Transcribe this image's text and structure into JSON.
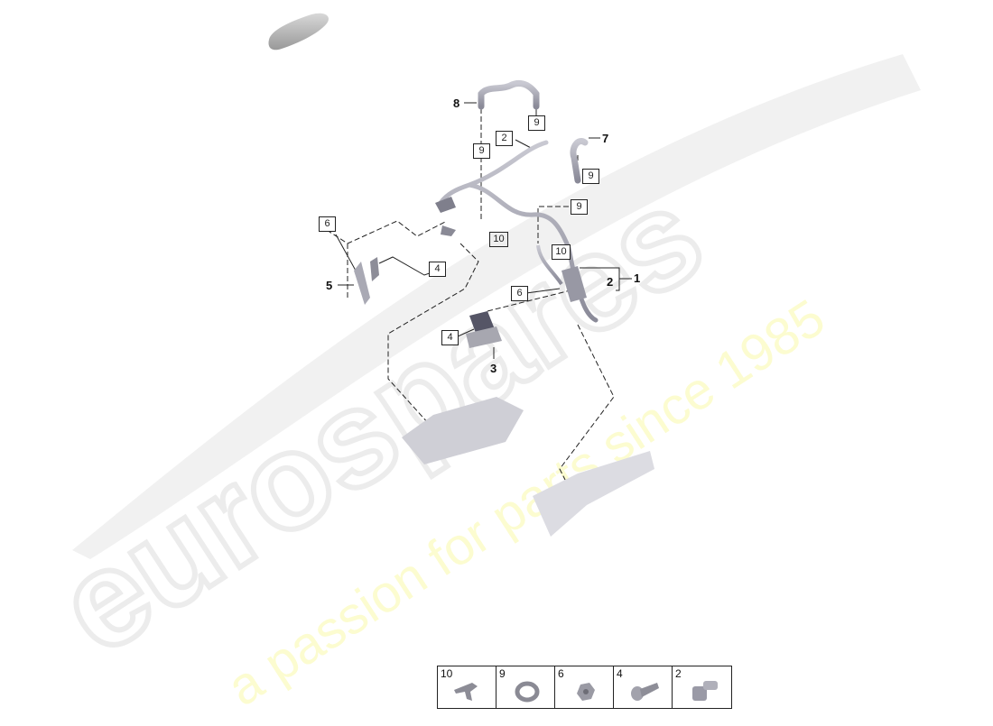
{
  "watermark": {
    "brand": "eurospares",
    "tagline": "a passion for parts since 1985",
    "tagline_color": "#f5f5a0"
  },
  "thumbnail": {
    "name": "vehicle-silhouette"
  },
  "callouts": {
    "c1": "1",
    "c2": "2",
    "c3": "3",
    "c5": "5",
    "c7": "7",
    "c8": "8"
  },
  "boxes": {
    "b9_top_right": "9",
    "b9_left": "9",
    "b2": "2",
    "b9_7": "9",
    "b9_mid": "9",
    "b6_left": "6",
    "b10_left": "10",
    "b4_left": "4",
    "b10_right": "10",
    "b6_mid": "6",
    "b4_mid": "4"
  },
  "legend": {
    "cells": [
      {
        "label": "10",
        "part": "bracket"
      },
      {
        "label": "9",
        "part": "hose-clamp"
      },
      {
        "label": "6",
        "part": "nut"
      },
      {
        "label": "4",
        "part": "screw"
      },
      {
        "label": "2",
        "part": "clip-connector"
      }
    ]
  }
}
